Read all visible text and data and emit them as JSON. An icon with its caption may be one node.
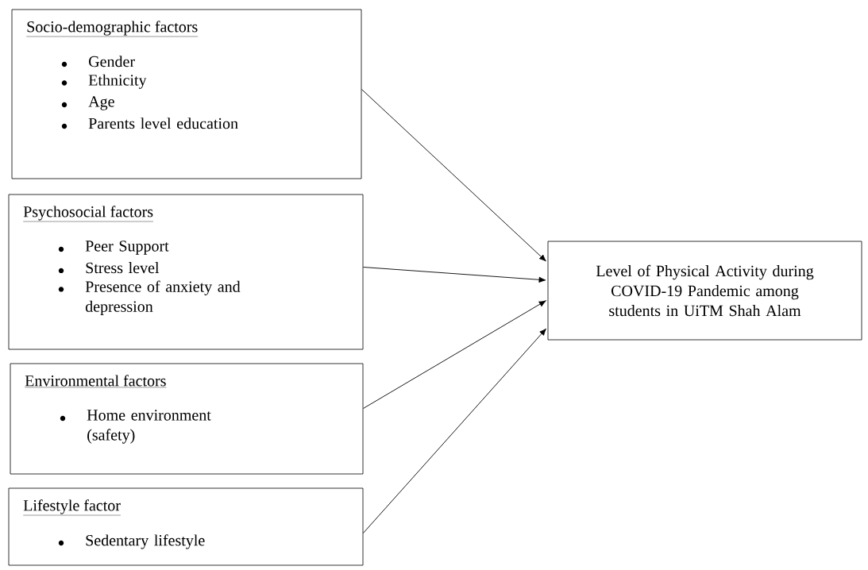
{
  "diagram": {
    "nodes": [
      {
        "text": [
          "Socio-demographic factors",
          "Gender",
          "Ethnicity",
          "Age",
          "Parents level education"
        ]
      },
      {
        "text": [
          "Psychosocial factors",
          "Peer Support",
          "Stress level",
          "Presence of anxiety and depression"
        ]
      },
      {
        "text": [
          "Environmental factors",
          "Home environment (safety)"
        ]
      },
      {
        "text": [
          "Lifestyle factor",
          "Sedentary lifestyle"
        ]
      },
      {
        "text": [
          "Level of Physical Activity during COVID-19 Pandemic among students in UiTM Shah Alam"
        ]
      }
    ],
    "edges": [
      {
        "from": 0,
        "to": 4,
        "arrow": "to"
      },
      {
        "from": 1,
        "to": 4,
        "arrow": "to"
      },
      {
        "from": 2,
        "to": 4,
        "arrow": "to"
      },
      {
        "from": 3,
        "to": 4,
        "arrow": "to"
      }
    ]
  }
}
